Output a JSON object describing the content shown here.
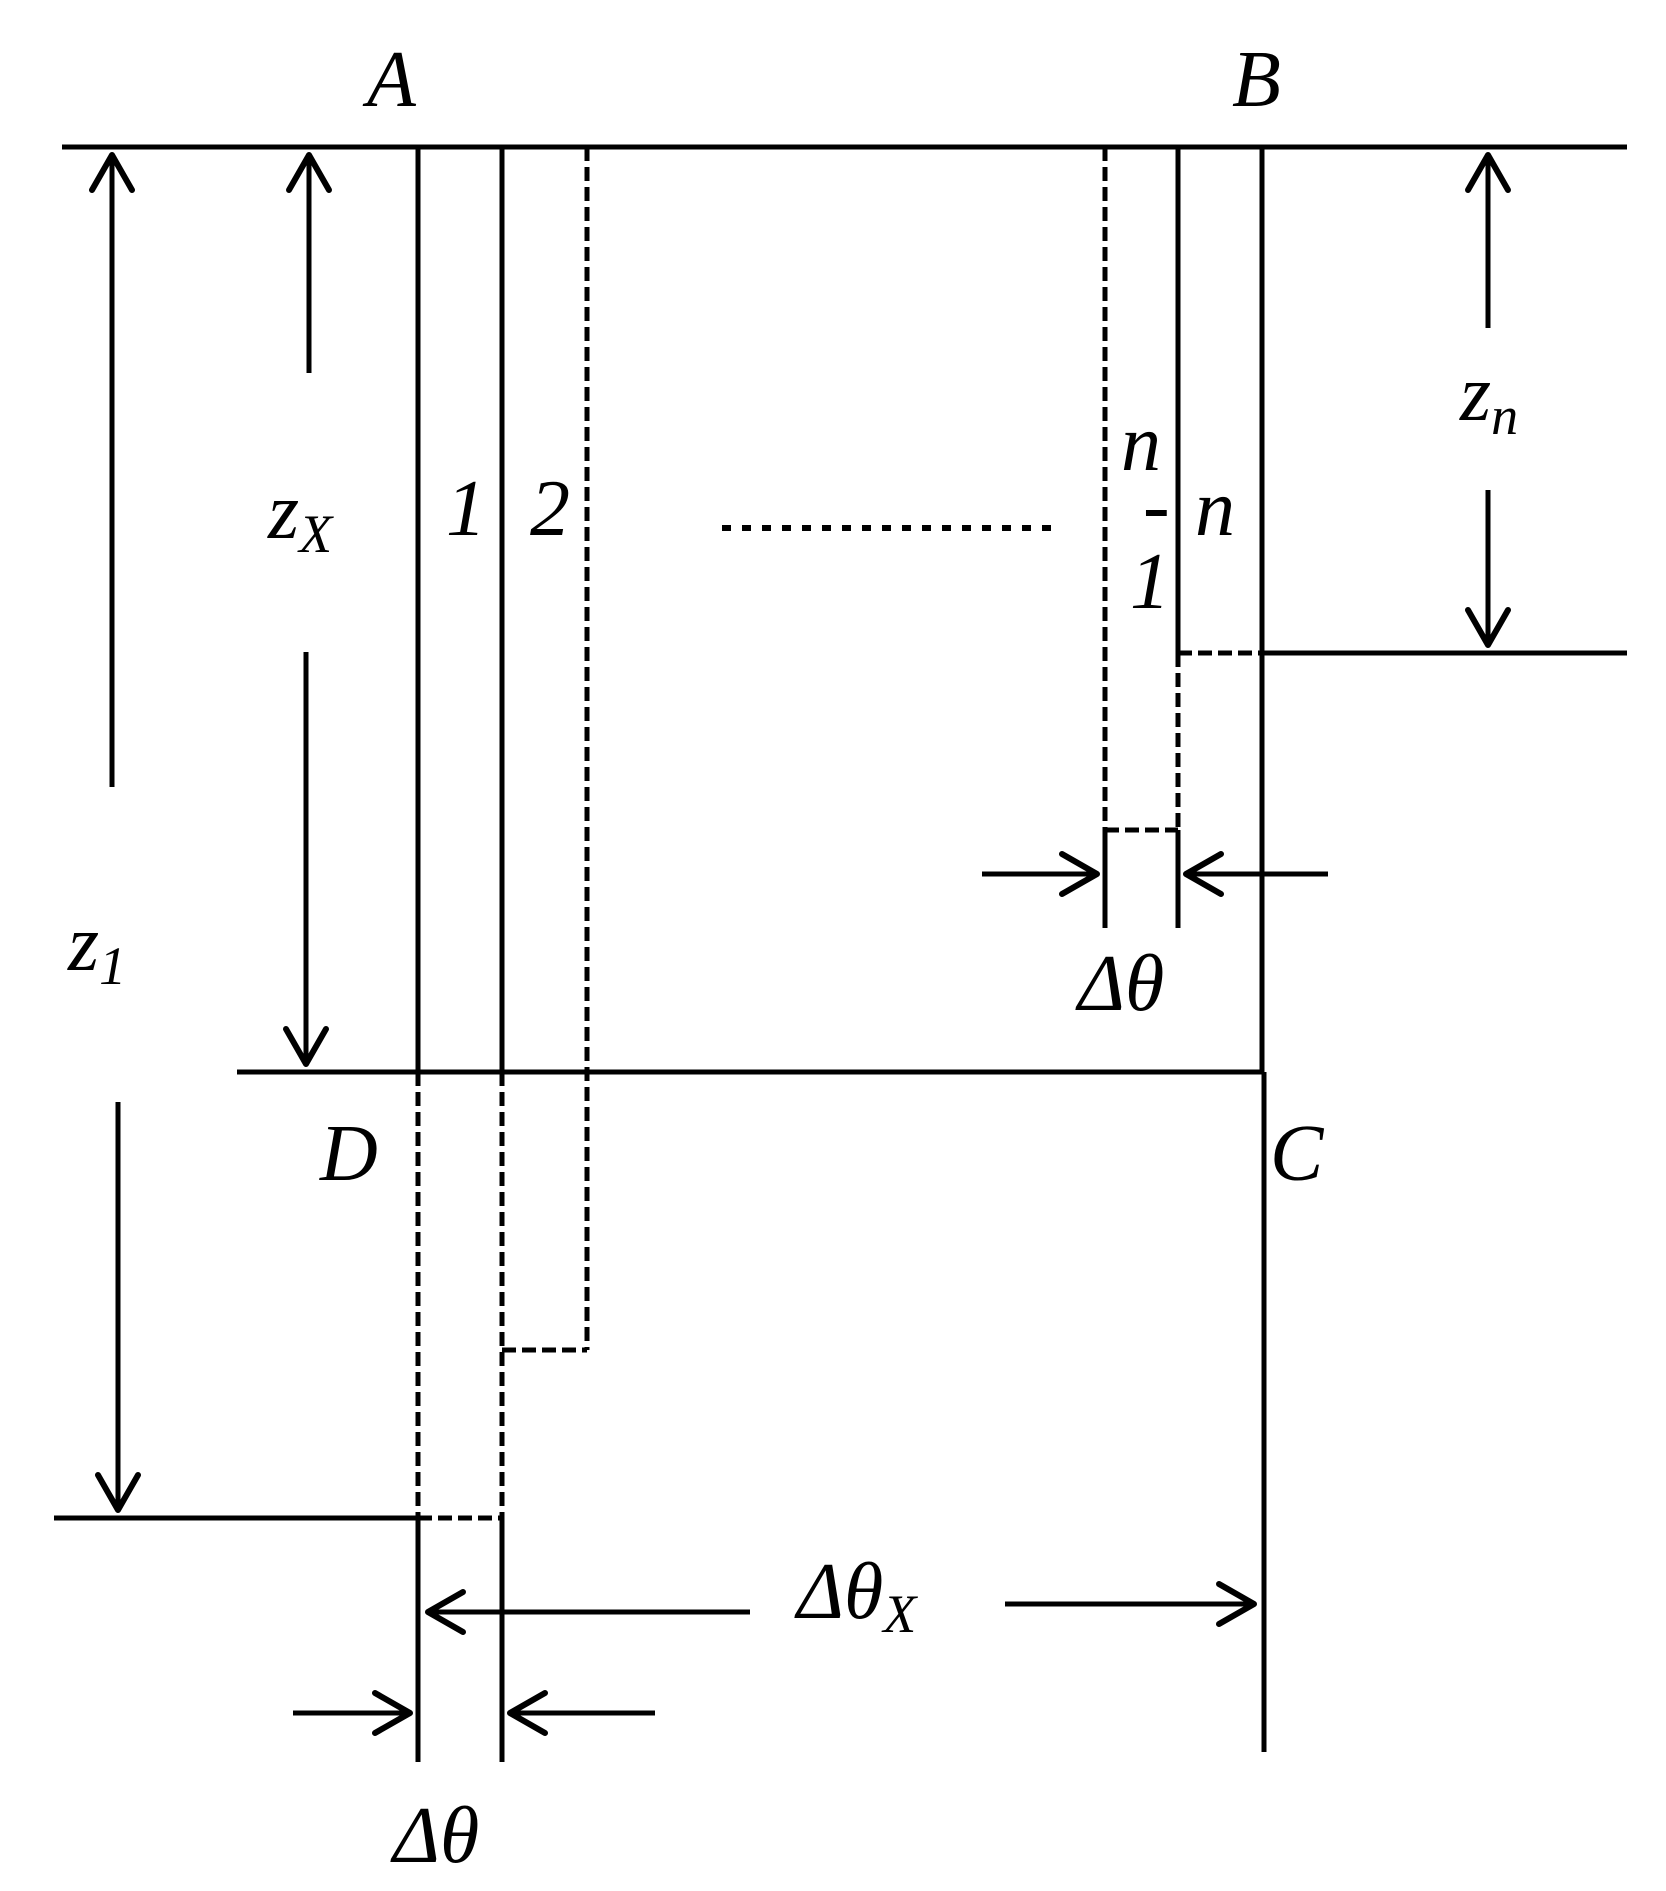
{
  "labels": {
    "A": "A",
    "B": "B",
    "C": "C",
    "D": "D",
    "strip_1": "1",
    "strip_2": "2",
    "strip_n_minus_1_top": "n",
    "strip_n_minus_1_bar": "-",
    "strip_n_minus_1_bottom": "1",
    "strip_n": "n",
    "z1_main": "z",
    "z1_sub": "1",
    "zx_main": "z",
    "zx_sub": "X",
    "zn_main": "z",
    "zn_sub": "n",
    "delta_theta_bottom": "Δθ",
    "delta_theta_top": "Δθ",
    "delta_theta_x_main": "Δθ",
    "delta_theta_x_sub": "X"
  }
}
